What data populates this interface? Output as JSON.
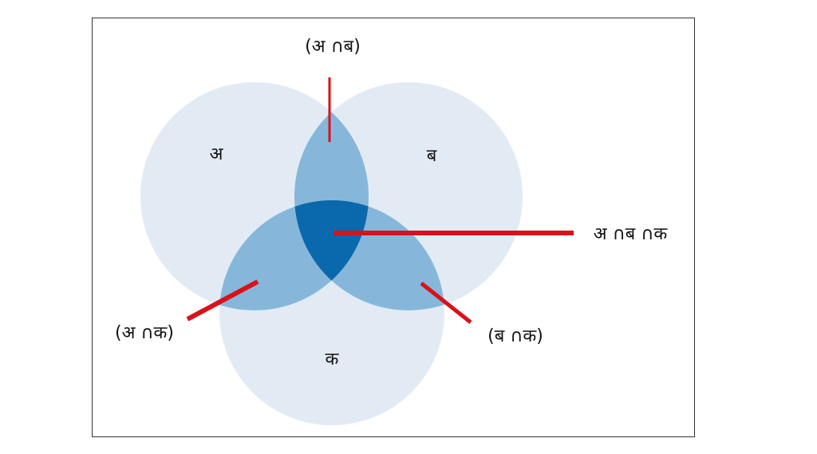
{
  "sets": {
    "a": "अ",
    "b": "ब",
    "c": "क"
  },
  "labels": {
    "ab": "(अ ∩ब)",
    "ac": "(अ ∩क)",
    "bc": "(ब ∩क)",
    "abc": "अ ∩ब ∩क"
  },
  "colors": {
    "single": "#e2ebf4",
    "double": "#86b7da",
    "triple": "#0a69ac",
    "pointer": "#d9111b"
  }
}
